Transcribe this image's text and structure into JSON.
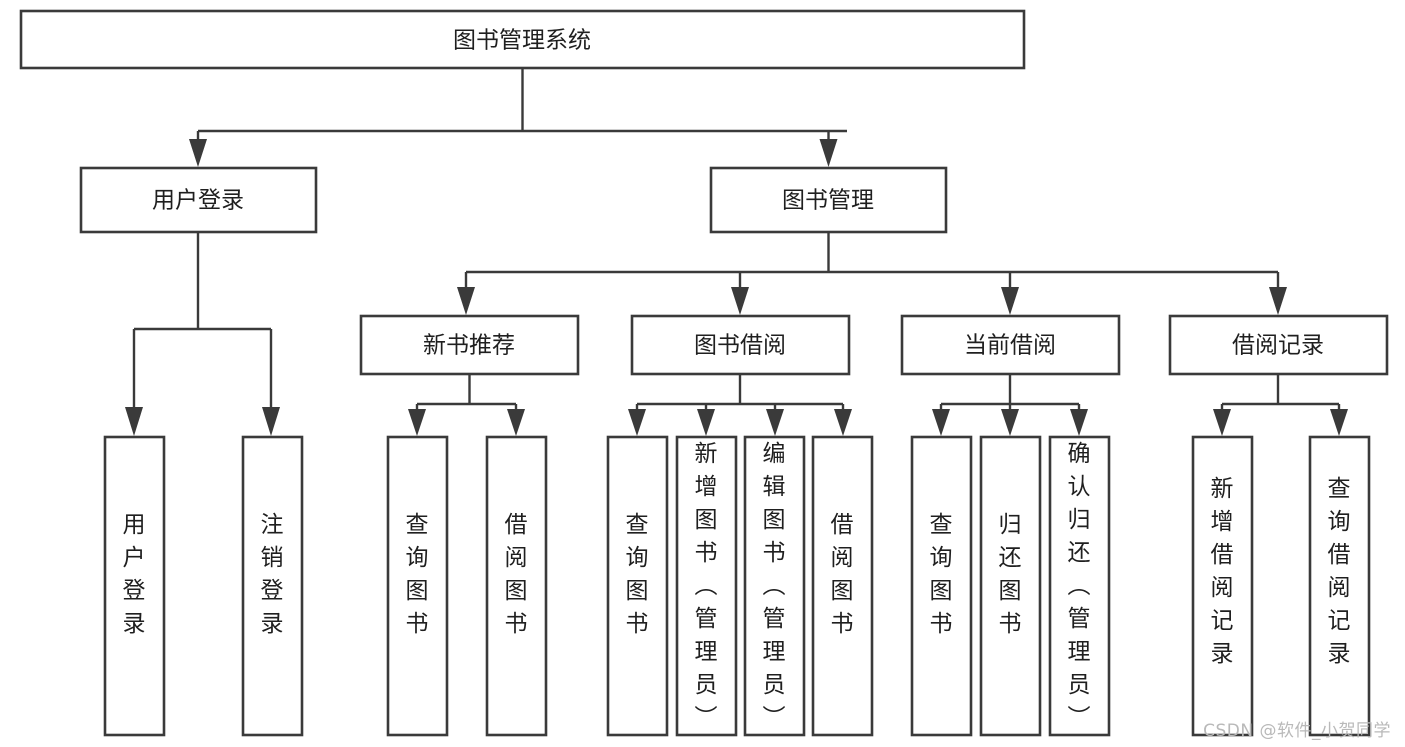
{
  "diagram": {
    "type": "tree",
    "title": "图书管理系统",
    "watermark": "CSDN @软件_小贺同学",
    "colors": {
      "stroke": "#3a3a3a",
      "box_fill": "#ffffff",
      "text": "#1f1f1f",
      "background": "#ffffff",
      "watermark": "#b9b9b9"
    },
    "root": {
      "label": "图书管理系统"
    },
    "level1": [
      {
        "label": "用户登录"
      },
      {
        "label": "图书管理"
      }
    ],
    "level2": [
      {
        "label": "新书推荐"
      },
      {
        "label": "图书借阅"
      },
      {
        "label": "当前借阅"
      },
      {
        "label": "借阅记录"
      }
    ],
    "leaves": {
      "user_login": [
        {
          "label": "用户登录"
        },
        {
          "label": "注销登录"
        }
      ],
      "new_book_recommend": [
        {
          "label": "查询图书"
        },
        {
          "label": "借阅图书"
        }
      ],
      "book_borrow": [
        {
          "label": "查询图书"
        },
        {
          "label": "新增图书（管理员）"
        },
        {
          "label": "编辑图书（管理员）"
        },
        {
          "label": "借阅图书"
        }
      ],
      "current_borrow": [
        {
          "label": "查询图书"
        },
        {
          "label": "归还图书"
        },
        {
          "label": "确认归还（管理员）"
        }
      ],
      "borrow_record": [
        {
          "label": "新增借阅记录"
        },
        {
          "label": "查询借阅记录"
        }
      ]
    }
  }
}
